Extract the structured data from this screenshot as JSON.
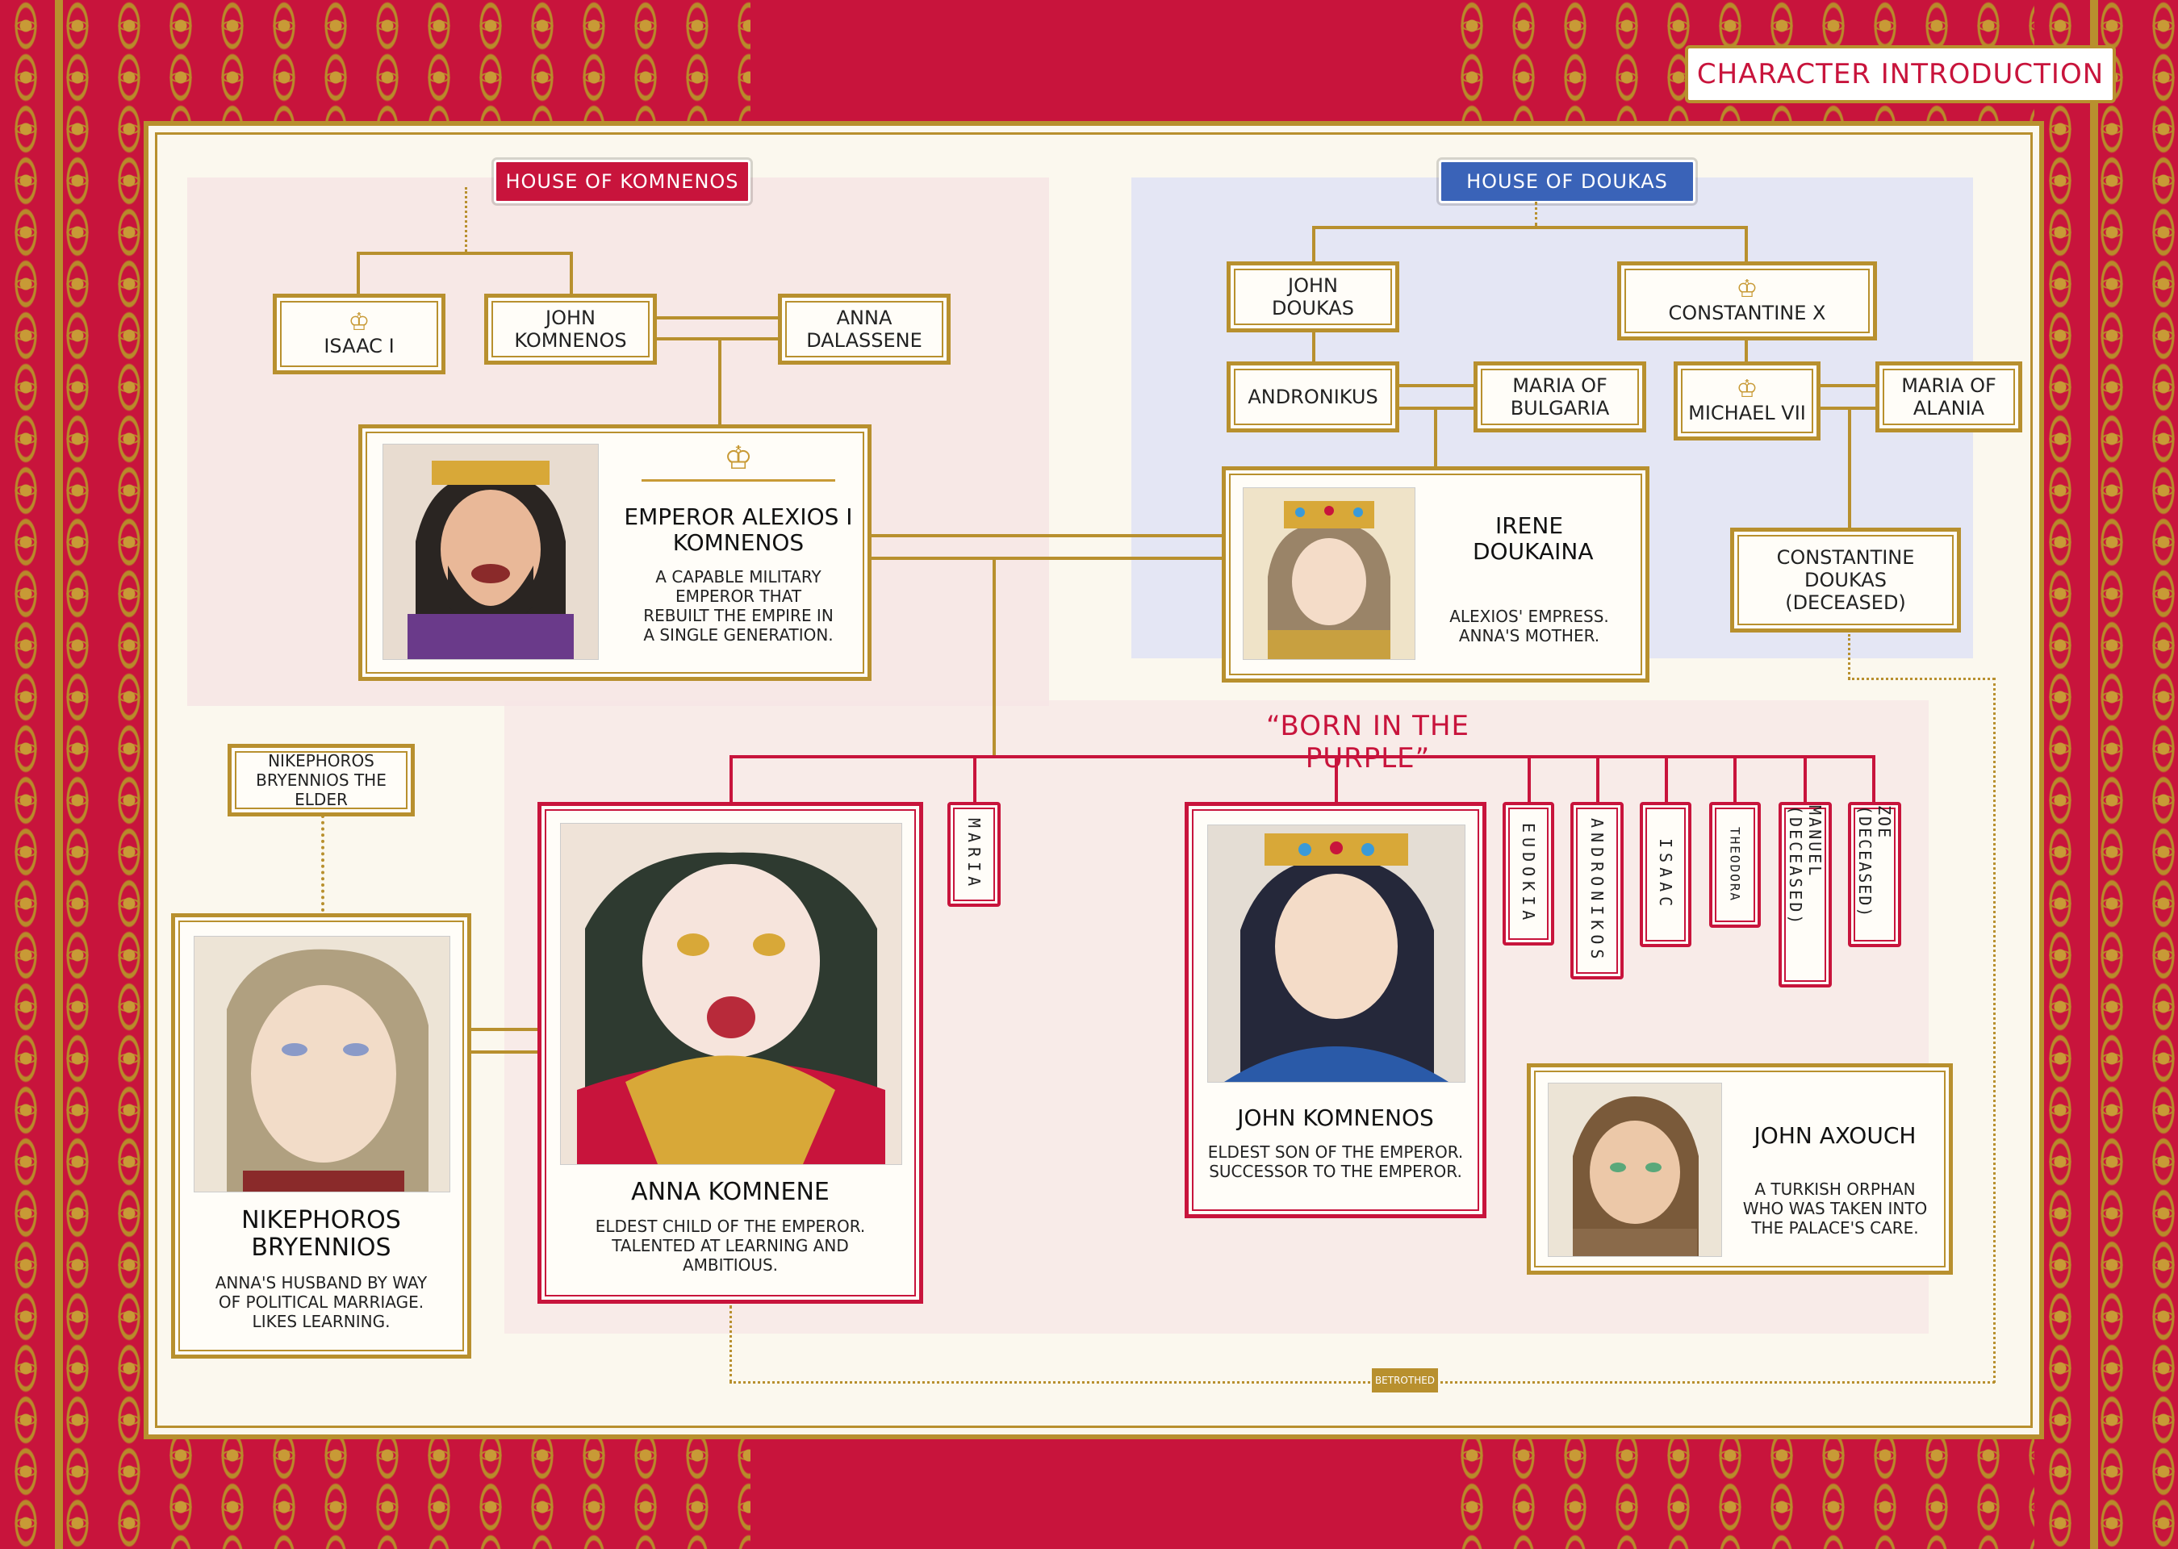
{
  "header": {
    "title": "CHARACTER INTRODUCTION"
  },
  "houses": {
    "komnenos": {
      "label": "HOUSE OF KOMNENOS",
      "color": "#c8143c"
    },
    "doukas": {
      "label": "HOUSE OF DOUKAS",
      "color": "#3a63b8"
    }
  },
  "komnenos": {
    "isaac": "ISAAC I",
    "john": "JOHN KOMNENOS",
    "anna_d": "ANNA DALASSENE"
  },
  "doukas": {
    "john": "JOHN DOUKAS",
    "constantine_x": "CONSTANTINE X",
    "andronikus": "ANDRONIKUS",
    "maria_bulgaria": "MARIA OF BULGARIA",
    "michael_vii": "MICHAEL VII",
    "maria_alania": "MARIA OF ALANIA",
    "constantine_d": "CONSTANTINE DOUKAS (DECEASED)"
  },
  "cards": {
    "alexios": {
      "name": "EMPEROR ALEXIOS I KOMNENOS",
      "desc": "A CAPABLE MILITARY EMPEROR THAT REBUILT THE EMPIRE IN A SINGLE GENERATION."
    },
    "irene": {
      "name": "IRENE DOUKAINA",
      "desc": "ALEXIOS' EMPRESS. ANNA'S MOTHER."
    },
    "anna": {
      "name": "ANNA KOMNENE",
      "desc": "ELDEST CHILD OF THE EMPEROR. TALENTED AT LEARNING AND AMBITIOUS."
    },
    "john_k": {
      "name": "JOHN KOMNENOS",
      "desc": "ELDEST SON OF THE EMPEROR. SUCCESSOR TO THE EMPEROR."
    },
    "nikephoros": {
      "name": "NIKEPHOROS BRYENNIOS",
      "desc": "ANNA'S HUSBAND BY WAY OF POLITICAL MARRIAGE. LIKES LEARNING."
    },
    "axouch": {
      "name": "JOHN AXOUCH",
      "desc": "A TURKISH ORPHAN WHO WAS TAKEN INTO THE PALACE'S CARE."
    }
  },
  "elder": "NIKEPHOROS BRYENNIOS THE ELDER",
  "born_label": "“BORN IN THE PURPLE”",
  "siblings": {
    "maria": "MARIA",
    "eudokia": "EUDOKIA",
    "andronikos": "ANDRONIKOS",
    "isaac": "ISAAC",
    "theodora": "THEODORA",
    "manuel": "MANUEL (DECEASED)",
    "zoe": "ZOE (DECEASED)"
  },
  "betrothed": "BETROTHED",
  "icons": {
    "crown": "crown-icon"
  }
}
